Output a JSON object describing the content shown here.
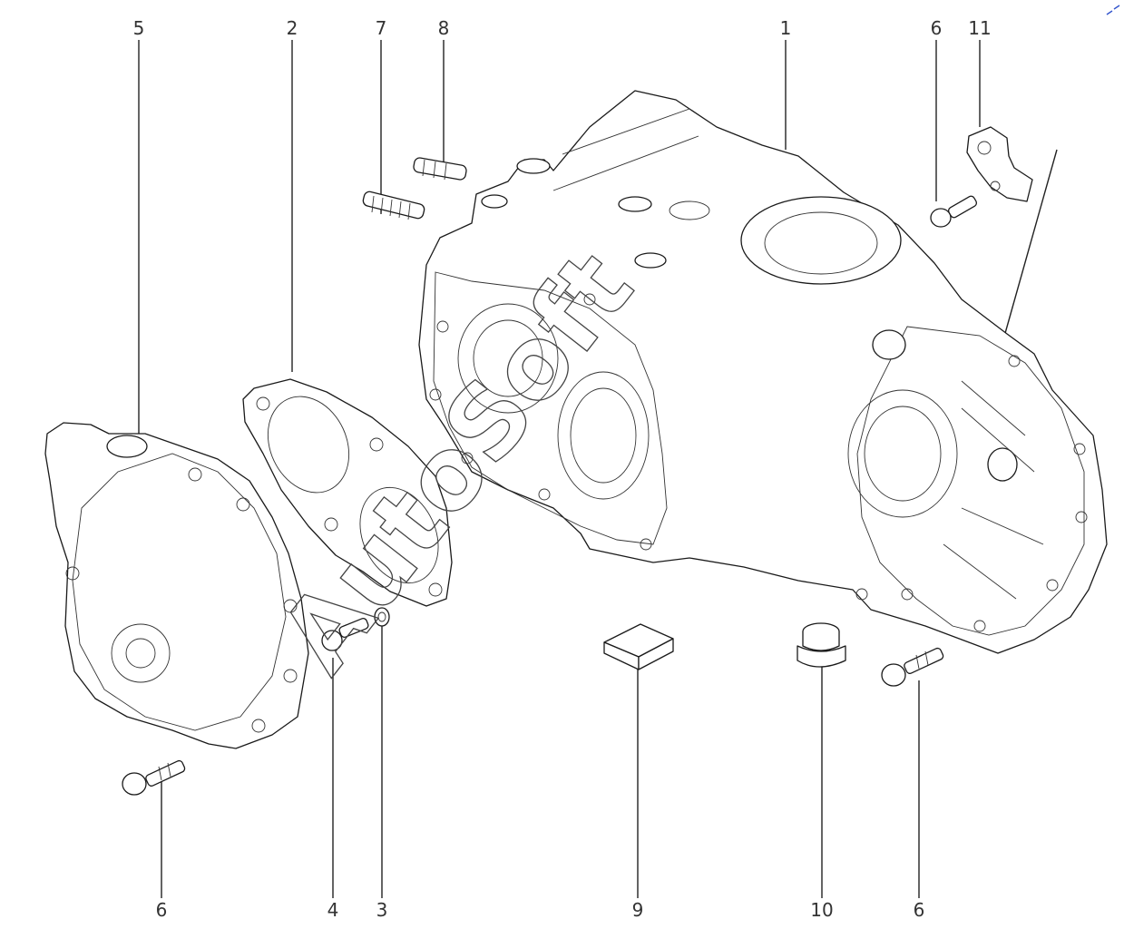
{
  "watermark": "AutoSoft",
  "callouts": {
    "c5": "5",
    "c2": "2",
    "c7": "7",
    "c8": "8",
    "c1": "1",
    "c6_top": "6",
    "c11": "11",
    "c6_left": "6",
    "c4": "4",
    "c3": "3",
    "c9": "9",
    "c10": "10",
    "c6_right": "6"
  }
}
